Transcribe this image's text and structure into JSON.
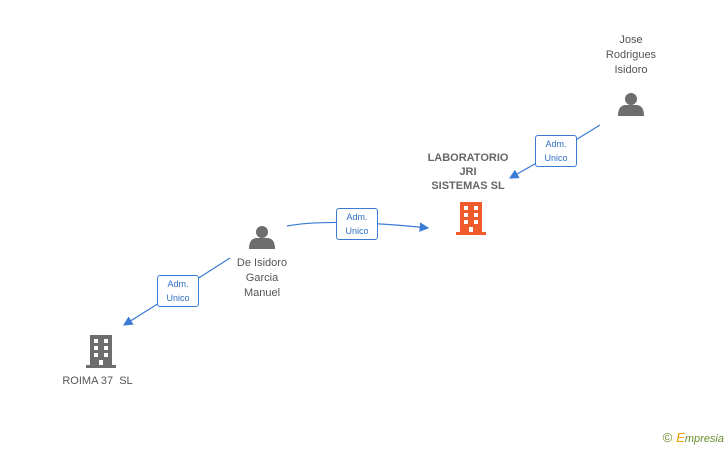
{
  "nodes": {
    "jose": {
      "label_lines": [
        "Jose",
        "Rodrigues",
        "Isidoro"
      ]
    },
    "laboratorio": {
      "label_lines": [
        "LABORATORIO",
        "JRI",
        "SISTEMAS SL"
      ]
    },
    "de_isidoro": {
      "label_lines": [
        "De Isidoro",
        "Garcia",
        "Manuel"
      ]
    },
    "roima": {
      "label_lines": [
        "ROIMA 37  SL"
      ]
    }
  },
  "relations": [
    {
      "line1": "Adm.",
      "line2": "Unico"
    },
    {
      "line1": "Adm.",
      "line2": "Unico"
    },
    {
      "line1": "Adm.",
      "line2": "Unico"
    }
  ],
  "brand": {
    "symbol": "©",
    "first_letter": "E",
    "rest": "mpresia"
  },
  "colors": {
    "edge": "#3a7bd5",
    "person": "#6d6d6d",
    "company": "#6d6d6d",
    "main_company": "#ef5b2a"
  }
}
